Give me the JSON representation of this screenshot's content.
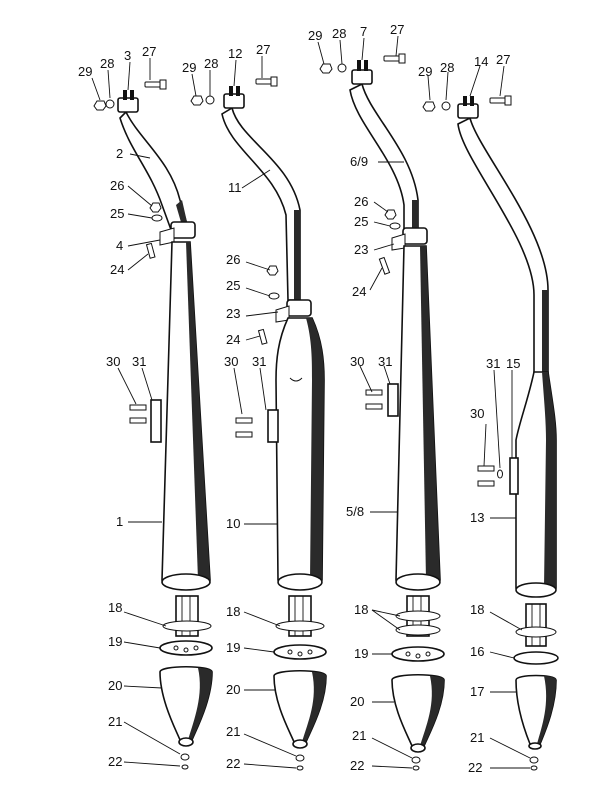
{
  "colors": {
    "ink": "#111111",
    "shade": "#2a2a2a",
    "paper": "#ffffff"
  },
  "columns": [
    {
      "name": "exhaust-1",
      "labels": {
        "top_a": "29",
        "top_b": "28",
        "top_c": "3",
        "top_d": "27",
        "pipe": "2",
        "nut": "26",
        "washer": "25",
        "clamp": "4",
        "bolt": "24",
        "bracket_a": "30",
        "bracket_b": "31",
        "muffler": "1",
        "baffle_a": "18",
        "baffle_b": "19",
        "tail": "20",
        "tail_b": "21",
        "tail_c": "22"
      }
    },
    {
      "name": "exhaust-2",
      "labels": {
        "top_a": "29",
        "top_b": "28",
        "top_c": "12",
        "top_d": "27",
        "pipe": "11",
        "nut": "26",
        "washer": "25",
        "clamp": "23",
        "bolt": "24",
        "bracket_a": "30",
        "bracket_b": "31",
        "muffler": "10",
        "baffle_a": "18",
        "baffle_b": "19",
        "tail": "20",
        "tail_b": "21",
        "tail_c": "22"
      }
    },
    {
      "name": "exhaust-3",
      "labels": {
        "top_a": "29",
        "top_b": "28",
        "top_c": "7",
        "top_d": "27",
        "pipe": "6/9",
        "nut": "26",
        "washer": "25",
        "clamp": "23",
        "bolt": "24",
        "bracket_a": "30",
        "bracket_b": "31",
        "muffler": "5/8",
        "baffle_a": "18",
        "baffle_b": "19",
        "tail": "20",
        "tail_b": "21",
        "tail_c": "22"
      }
    },
    {
      "name": "exhaust-4",
      "labels": {
        "top_a": "29",
        "top_b": "28",
        "top_c": "14",
        "top_d": "27",
        "pipe": "",
        "nut": "",
        "washer": "",
        "clamp": "",
        "bolt": "",
        "bracket_a": "30",
        "bracket_b": "31",
        "bracket_c": "15",
        "muffler": "13",
        "baffle_a": "18",
        "baffle_b": "16",
        "tail": "17",
        "tail_b": "21",
        "tail_c": "22"
      }
    }
  ]
}
